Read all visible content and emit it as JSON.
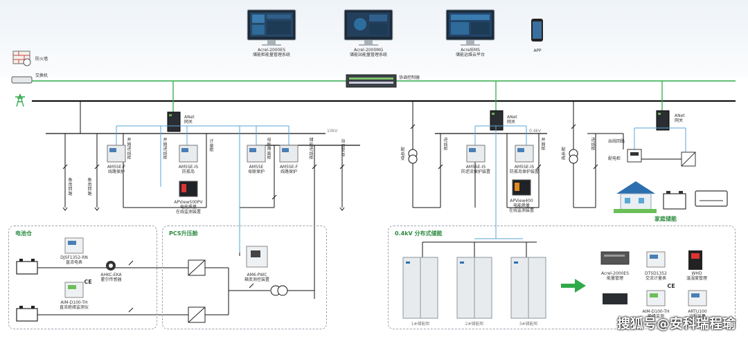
{
  "top": {
    "systems": [
      {
        "name": "Acrel-2000ES",
        "desc": "储能柜能量管理系统"
      },
      {
        "name": "Acrel-2000MG",
        "desc": "储能站能量管理系统"
      },
      {
        "name": "AcrelEMS",
        "desc": "储能运维云平台"
      }
    ],
    "app_label": "APP",
    "firewall_label": "防火墙",
    "switch_label": "交换机",
    "controller_label": "协调控制器"
  },
  "gateways": {
    "name": "ANet",
    "desc": "网关"
  },
  "voltage": {
    "hv": "10kV",
    "lv": "0.4kV"
  },
  "hv_feeders": {
    "spare1": "备用回路",
    "spare2": "备用回路",
    "grid_cab": "并网进线柜",
    "grid_cab2": "并网进线柜",
    "meter_cab": "计量柜",
    "bus_cab": "母联隔离柜",
    "store_cab": "储能进线柜",
    "station_tf": "站用变柜"
  },
  "hv_devices": [
    {
      "name": "AM5SE-F",
      "desc": "线路保护"
    },
    {
      "name": "AM5SE-IS",
      "desc": "防孤岛"
    },
    {
      "name": "AM5SE",
      "desc": "母联保护"
    },
    {
      "name": "AM5SE-F",
      "desc": "线路保护"
    }
  ],
  "pq_device": {
    "name": "APView500PV",
    "desc1": "电能质量",
    "desc2": "在线监测装置"
  },
  "lv": {
    "tf1": "配电变",
    "tf2": "配电柜",
    "inlet1": "进线柜",
    "inlet2": "并网柜",
    "inlet3": "进线柜",
    "dev1": {
      "name": "AM5SE-IS",
      "desc": "防逆流保护装置"
    },
    "dev2": {
      "name": "AM5SE-IS",
      "desc": "防孤岛保护装置"
    },
    "pq": {
      "name": "APView400",
      "desc1": "电能质量",
      "desc2": "在线监测装置"
    }
  },
  "home": {
    "out_label": "出线回路",
    "panel_label": "配电柜",
    "title": "家庭储能"
  },
  "battery": {
    "title": "电池仓",
    "meter": {
      "name": "DJSF1352-RN",
      "desc": "直流电表"
    },
    "hall": {
      "name": "AHKC-EKA",
      "desc": "霍尔传感器"
    },
    "insul": {
      "name": "AIM-D100-TH",
      "desc": "直流绝缘监测仪"
    },
    "ce": "CE"
  },
  "pcs": {
    "title": "PCS升压舱",
    "device": {
      "name": "AM6-PWC",
      "desc": "箱变测控装置"
    }
  },
  "dist": {
    "title": "0.4kV 分布式储能",
    "cab1": "1#储能柜",
    "cab2": "2#储能柜",
    "cab3": "3#储能柜",
    "devices": [
      {
        "name": "Acrel-2000ES",
        "desc": "能量管理"
      },
      {
        "name": "DTSD1352",
        "desc": "交流计量表"
      },
      {
        "name": "WHD",
        "desc": "温湿度管理"
      },
      {
        "name": "AIM-D100-TH",
        "desc": "绝缘监测"
      },
      {
        "name": "ARTU100",
        "desc": "远程采集"
      }
    ],
    "ce": "CE"
  },
  "watermark": "搜狐号@安科瑞程瑜",
  "colors": {
    "green": "#2faa4a",
    "blue": "#5aa6d6",
    "black": "#111111",
    "accent_text": "#2b8a3e"
  }
}
